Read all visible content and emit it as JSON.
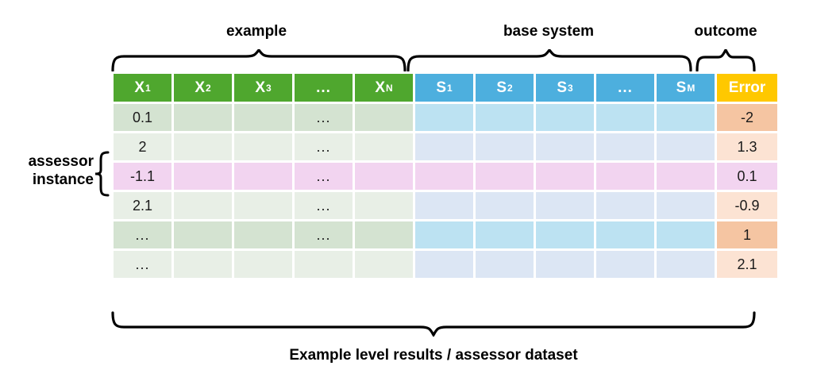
{
  "groups": {
    "example": "example",
    "base_system": "base system",
    "outcome": "outcome"
  },
  "side_label": {
    "line1": "assessor",
    "line2": "instance"
  },
  "bottom_caption": "Example level results / assessor dataset",
  "table": {
    "headers": [
      {
        "base": "X",
        "sub": "1"
      },
      {
        "base": "X",
        "sub": "2"
      },
      {
        "base": "X",
        "sub": "3"
      },
      {
        "base": "...",
        "sub": ""
      },
      {
        "base": "X",
        "sub": "N"
      },
      {
        "base": "S",
        "sub": "1"
      },
      {
        "base": "S",
        "sub": "2"
      },
      {
        "base": "S",
        "sub": "3"
      },
      {
        "base": "...",
        "sub": ""
      },
      {
        "base": "S",
        "sub": "M"
      },
      {
        "base": "Error",
        "sub": ""
      }
    ],
    "rows": [
      {
        "cells": [
          "0.1",
          "",
          "",
          "...",
          "",
          "",
          "",
          "",
          "",
          "",
          "-2"
        ],
        "tint": "dark"
      },
      {
        "cells": [
          "2",
          "",
          "",
          "...",
          "",
          "",
          "",
          "",
          "",
          "",
          "1.3"
        ],
        "tint": "light"
      },
      {
        "cells": [
          "-1.1",
          "",
          "",
          "...",
          "",
          "",
          "",
          "",
          "",
          "",
          "0.1"
        ],
        "tint": "pink"
      },
      {
        "cells": [
          "2.1",
          "",
          "",
          "...",
          "",
          "",
          "",
          "",
          "",
          "",
          "-0.9"
        ],
        "tint": "light"
      },
      {
        "cells": [
          "...",
          "",
          "",
          "...",
          "",
          "",
          "",
          "",
          "",
          "",
          "1"
        ],
        "tint": "dark"
      },
      {
        "cells": [
          "...",
          "",
          "",
          "",
          "",
          "",
          "",
          "",
          "",
          "",
          "2.1"
        ],
        "tint": "light"
      }
    ]
  },
  "colors": {
    "header_green": "#4FA72E",
    "header_blue": "#4DAFDE",
    "header_yellow": "#FFC800",
    "row_green_dark": "#D4E3D1",
    "row_green_light": "#E8EFE6",
    "row_blue_dark": "#BCE2F2",
    "row_blue_light": "#DCE6F4",
    "row_pink": "#F2D4F0",
    "row_orange_dark": "#F5C5A2",
    "row_orange_light": "#FCE3D3"
  }
}
